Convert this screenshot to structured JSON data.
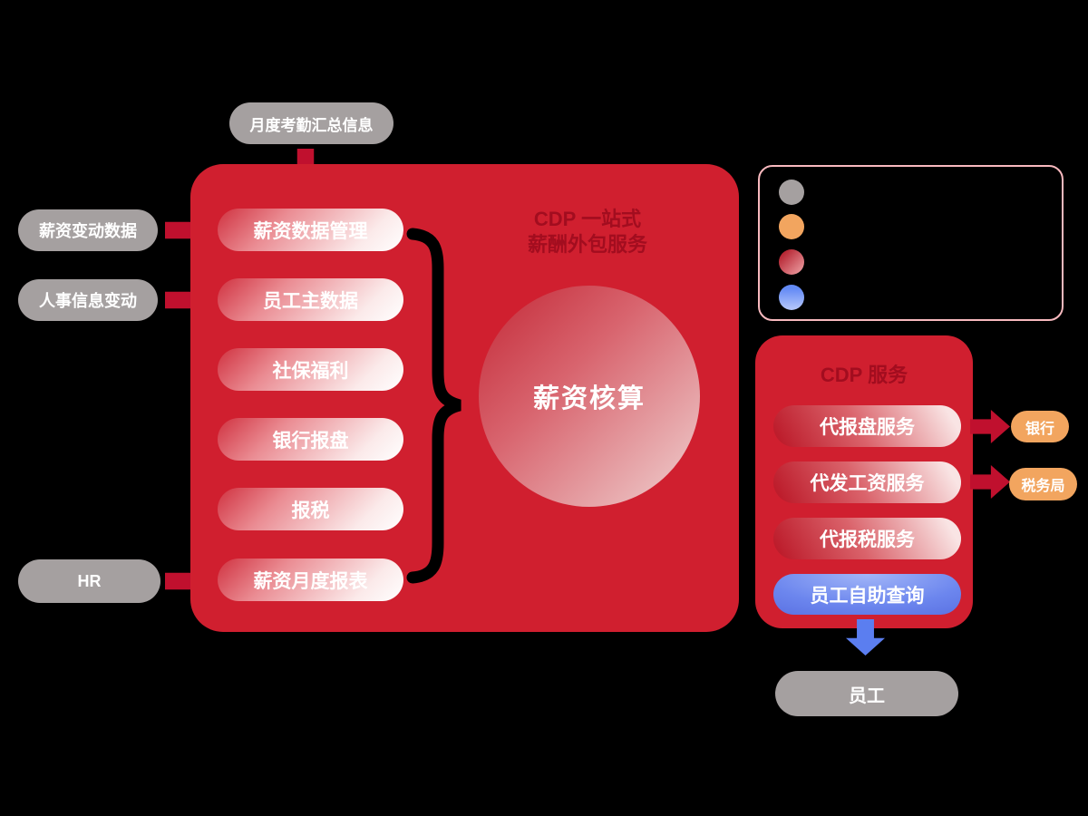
{
  "colors": {
    "background": "#000000",
    "box_red": "#d01f2f",
    "title_dark_red": "#a20d1f",
    "arrow_red": "#c0102e",
    "gray": "#a5a0a0",
    "orange": "#f2a55f",
    "blue": "#5b7ef0",
    "legend_border": "#f8b9be"
  },
  "attendance": {
    "label": "月度考勤汇总信息"
  },
  "inputs": {
    "salary_change": "薪资变动数据",
    "personnel_change": "人事信息变动",
    "hr": "HR"
  },
  "main_box": {
    "title_line1": "CDP 一站式",
    "title_line2": "薪酬外包服务",
    "modules": [
      "薪资数据管理",
      "员工主数据",
      "社保福利",
      "银行报盘",
      "报税",
      "薪资月度报表"
    ],
    "core": "薪资核算"
  },
  "legend": {
    "dot_colors": [
      "#a5a0a0",
      "#f2a55f",
      "#b21c2a",
      "#638af5"
    ]
  },
  "cdp_box": {
    "title": "CDP 服务",
    "services": [
      "代报盘服务",
      "代发工资服务",
      "代报税服务"
    ],
    "self_service": "员工自助查询"
  },
  "externals": {
    "bank": "银行",
    "tax_bureau": "税务局",
    "employee": "员工"
  }
}
